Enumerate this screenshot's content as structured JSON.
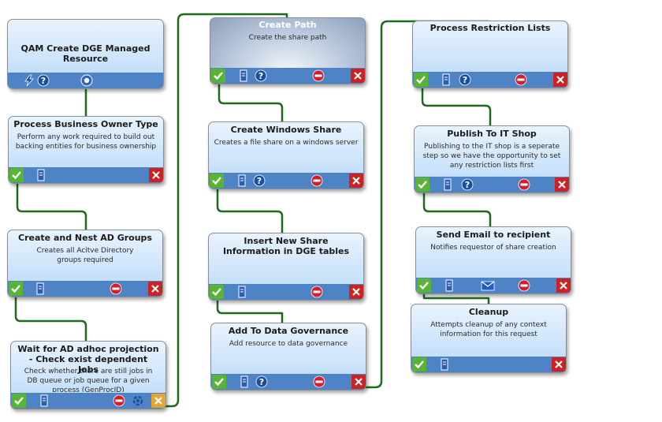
{
  "nodes": [
    {
      "title": "QAM Create DGE Managed Resource",
      "desc": ""
    },
    {
      "title": "Process Business Owner Type",
      "desc": "Perform any work required to build out backing entities for business ownership"
    },
    {
      "title": "Create and Nest AD Groups",
      "desc": "Creates all Acitve Directory groups required"
    },
    {
      "title": "Wait for AD adhoc projection - Check exist dependent Jobs",
      "desc": "Check whether there are still jobs in DB queue or job queue for a given process (GenProcID)"
    },
    {
      "title": "Create Path",
      "desc": "Create the share path"
    },
    {
      "title": "Create Windows Share",
      "desc": "Creates a file share on a windows server"
    },
    {
      "title": "Insert New Share Information in DGE tables",
      "desc": ""
    },
    {
      "title": "Add To Data Governance",
      "desc": "Add resource to data governance"
    },
    {
      "title": "Process Restriction Lists",
      "desc": ""
    },
    {
      "title": "Publish To IT Shop",
      "desc": "Publishing to the IT shop is a seperate step so we have the opportunity to set any restriction lists first"
    },
    {
      "title": "Send Email to recipient",
      "desc": "Notifies requestor of share creation"
    },
    {
      "title": "Cleanup",
      "desc": "Attempts cleanup of any context information for this request"
    }
  ],
  "colors": {
    "connector": "#1e6b1e",
    "footer_bar": "#4e84c5",
    "success": "#58b431",
    "failure": "#cc2222",
    "cancel": "#e3a730"
  },
  "icons": [
    "lightning-icon",
    "help-icon",
    "circle-dot-icon",
    "check-icon",
    "server-icon",
    "stop-icon",
    "close-icon",
    "refresh-icon",
    "email-icon"
  ]
}
